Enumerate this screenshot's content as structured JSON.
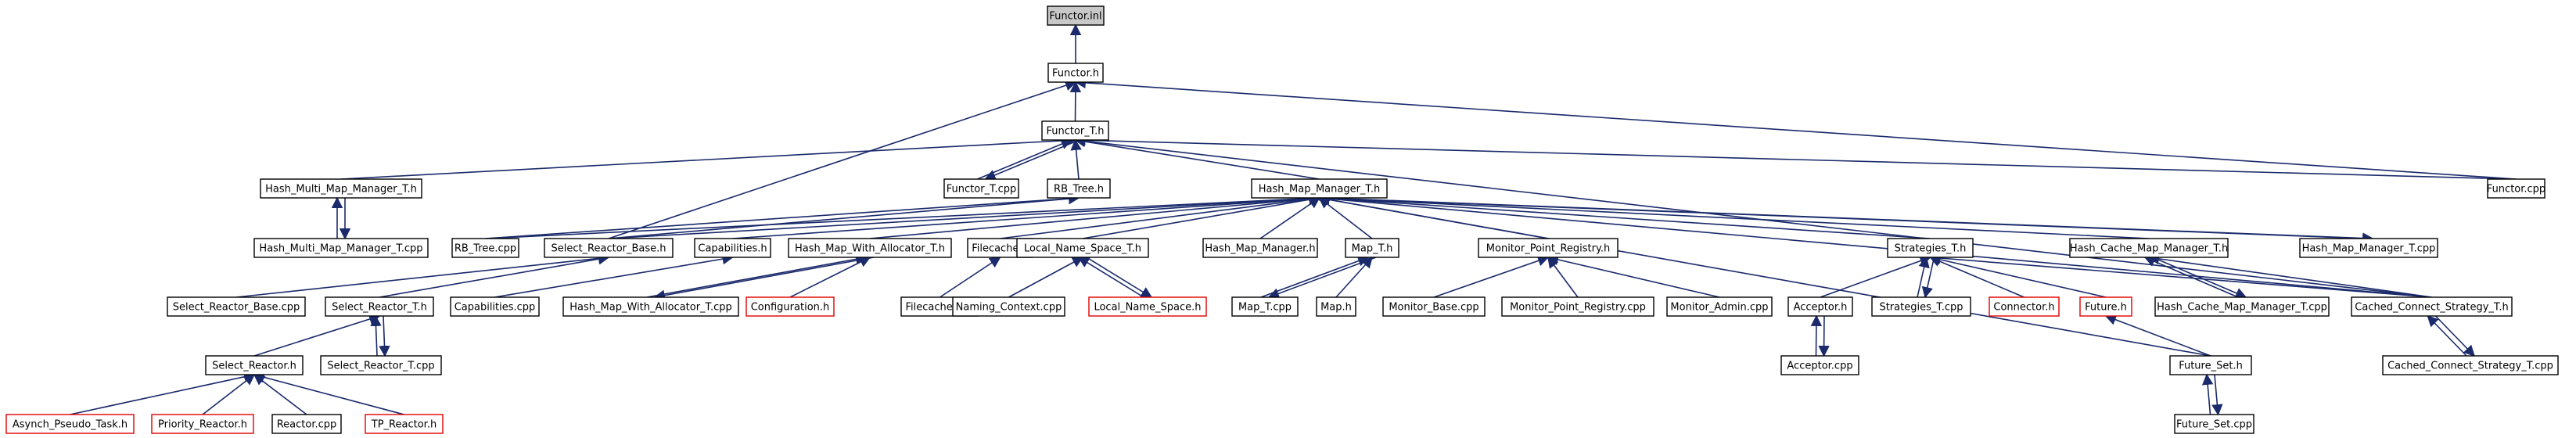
{
  "diagram": {
    "nodes": [
      {
        "id": "functor_inl",
        "label": "Functor.inl",
        "style": "gray"
      },
      {
        "id": "functor_h",
        "label": "Functor.h",
        "style": "black"
      },
      {
        "id": "functor_t_h",
        "label": "Functor_T.h",
        "style": "black"
      },
      {
        "id": "functor_cpp",
        "label": "Functor.cpp",
        "style": "black"
      },
      {
        "id": "hash_multi_map_manager_t_h",
        "label": "Hash_Multi_Map_Manager_T.h",
        "style": "black"
      },
      {
        "id": "functor_t_cpp",
        "label": "Functor_T.cpp",
        "style": "black"
      },
      {
        "id": "rb_tree_h",
        "label": "RB_Tree.h",
        "style": "black"
      },
      {
        "id": "hash_map_manager_t_h",
        "label": "Hash_Map_Manager_T.h",
        "style": "black"
      },
      {
        "id": "hash_multi_map_manager_t_cpp",
        "label": "Hash_Multi_Map_Manager_T.cpp",
        "style": "black"
      },
      {
        "id": "rb_tree_cpp",
        "label": "RB_Tree.cpp",
        "style": "black"
      },
      {
        "id": "select_reactor_base_h",
        "label": "Select_Reactor_Base.h",
        "style": "black"
      },
      {
        "id": "capabilities_h",
        "label": "Capabilities.h",
        "style": "black"
      },
      {
        "id": "hash_map_with_allocator_t_h",
        "label": "Hash_Map_With_Allocator_T.h",
        "style": "black"
      },
      {
        "id": "filecache_h",
        "label": "Filecache.h",
        "style": "black"
      },
      {
        "id": "local_name_space_t_h",
        "label": "Local_Name_Space_T.h",
        "style": "black"
      },
      {
        "id": "hash_map_manager_h",
        "label": "Hash_Map_Manager.h",
        "style": "black"
      },
      {
        "id": "map_t_h",
        "label": "Map_T.h",
        "style": "black"
      },
      {
        "id": "monitor_point_registry_h",
        "label": "Monitor_Point_Registry.h",
        "style": "black"
      },
      {
        "id": "strategies_t_h",
        "label": "Strategies_T.h",
        "style": "black"
      },
      {
        "id": "hash_cache_map_manager_t_h",
        "label": "Hash_Cache_Map_Manager_T.h",
        "style": "black"
      },
      {
        "id": "hash_map_manager_t_cpp",
        "label": "Hash_Map_Manager_T.cpp",
        "style": "black"
      },
      {
        "id": "select_reactor_base_cpp",
        "label": "Select_Reactor_Base.cpp",
        "style": "black"
      },
      {
        "id": "select_reactor_t_h",
        "label": "Select_Reactor_T.h",
        "style": "black"
      },
      {
        "id": "capabilities_cpp",
        "label": "Capabilities.cpp",
        "style": "black"
      },
      {
        "id": "hash_map_with_allocator_t_cpp",
        "label": "Hash_Map_With_Allocator_T.cpp",
        "style": "black"
      },
      {
        "id": "configuration_h",
        "label": "Configuration.h",
        "style": "red"
      },
      {
        "id": "filecache_cpp",
        "label": "Filecache.cpp",
        "style": "black"
      },
      {
        "id": "naming_context_cpp",
        "label": "Naming_Context.cpp",
        "style": "black"
      },
      {
        "id": "local_name_space_h",
        "label": "Local_Name_Space.h",
        "style": "red"
      },
      {
        "id": "map_t_cpp",
        "label": "Map_T.cpp",
        "style": "black"
      },
      {
        "id": "map_h",
        "label": "Map.h",
        "style": "black"
      },
      {
        "id": "monitor_base_cpp",
        "label": "Monitor_Base.cpp",
        "style": "black"
      },
      {
        "id": "monitor_point_registry_cpp",
        "label": "Monitor_Point_Registry.cpp",
        "style": "black"
      },
      {
        "id": "monitor_admin_cpp",
        "label": "Monitor_Admin.cpp",
        "style": "black"
      },
      {
        "id": "acceptor_h",
        "label": "Acceptor.h",
        "style": "black"
      },
      {
        "id": "strategies_t_cpp",
        "label": "Strategies_T.cpp",
        "style": "black"
      },
      {
        "id": "connector_h",
        "label": "Connector.h",
        "style": "red"
      },
      {
        "id": "future_h",
        "label": "Future.h",
        "style": "red"
      },
      {
        "id": "hash_cache_map_manager_t_cpp",
        "label": "Hash_Cache_Map_Manager_T.cpp",
        "style": "black"
      },
      {
        "id": "cached_connect_strategy_t_h",
        "label": "Cached_Connect_Strategy_T.h",
        "style": "black"
      },
      {
        "id": "select_reactor_h",
        "label": "Select_Reactor.h",
        "style": "black"
      },
      {
        "id": "select_reactor_t_cpp",
        "label": "Select_Reactor_T.cpp",
        "style": "black"
      },
      {
        "id": "acceptor_cpp",
        "label": "Acceptor.cpp",
        "style": "black"
      },
      {
        "id": "future_set_h",
        "label": "Future_Set.h",
        "style": "black"
      },
      {
        "id": "cached_connect_strategy_t_cpp",
        "label": "Cached_Connect_Strategy_T.cpp",
        "style": "black"
      },
      {
        "id": "asynch_pseudo_task_h",
        "label": "Asynch_Pseudo_Task.h",
        "style": "red"
      },
      {
        "id": "priority_reactor_h",
        "label": "Priority_Reactor.h",
        "style": "red"
      },
      {
        "id": "reactor_cpp",
        "label": "Reactor.cpp",
        "style": "black"
      },
      {
        "id": "tp_reactor_h",
        "label": "TP_Reactor.h",
        "style": "red"
      },
      {
        "id": "future_set_cpp",
        "label": "Future_Set.cpp",
        "style": "black"
      }
    ],
    "edges": [
      [
        "functor_h",
        "functor_inl"
      ],
      [
        "functor_t_h",
        "functor_h"
      ],
      [
        "functor_cpp",
        "functor_h"
      ],
      [
        "select_reactor_base_h",
        "functor_h"
      ],
      [
        "hash_multi_map_manager_t_h",
        "functor_t_h"
      ],
      [
        "functor_t_cpp",
        "functor_t_h"
      ],
      [
        "rb_tree_h",
        "functor_t_h"
      ],
      [
        "hash_map_manager_t_h",
        "functor_t_h"
      ],
      [
        "functor_cpp",
        "functor_t_h"
      ],
      [
        "cached_connect_strategy_t_h",
        "functor_t_h"
      ],
      [
        "functor_t_h",
        "functor_t_cpp"
      ],
      [
        "hash_multi_map_manager_t_cpp",
        "hash_multi_map_manager_t_h"
      ],
      [
        "hash_multi_map_manager_t_h",
        "hash_multi_map_manager_t_cpp"
      ],
      [
        "rb_tree_cpp",
        "rb_tree_h"
      ],
      [
        "select_reactor_base_h",
        "rb_tree_h"
      ],
      [
        "rb_tree_cpp",
        "hash_map_manager_t_h"
      ],
      [
        "select_reactor_base_h",
        "hash_map_manager_t_h"
      ],
      [
        "capabilities_h",
        "hash_map_manager_t_h"
      ],
      [
        "hash_map_with_allocator_t_h",
        "hash_map_manager_t_h"
      ],
      [
        "filecache_h",
        "hash_map_manager_t_h"
      ],
      [
        "local_name_space_t_h",
        "hash_map_manager_t_h"
      ],
      [
        "hash_map_manager_h",
        "hash_map_manager_t_h"
      ],
      [
        "map_t_h",
        "hash_map_manager_t_h"
      ],
      [
        "monitor_point_registry_h",
        "hash_map_manager_t_h"
      ],
      [
        "strategies_t_h",
        "hash_map_manager_t_h"
      ],
      [
        "hash_cache_map_manager_t_h",
        "hash_map_manager_t_h"
      ],
      [
        "hash_map_manager_t_cpp",
        "hash_map_manager_t_h"
      ],
      [
        "cached_connect_strategy_t_h",
        "hash_map_manager_t_h"
      ],
      [
        "future_set_h",
        "hash_map_manager_t_h"
      ],
      [
        "hash_map_manager_t_h",
        "hash_map_manager_t_cpp"
      ],
      [
        "select_reactor_base_cpp",
        "select_reactor_base_h"
      ],
      [
        "select_reactor_t_h",
        "select_reactor_base_h"
      ],
      [
        "capabilities_cpp",
        "capabilities_h"
      ],
      [
        "hash_map_with_allocator_t_cpp",
        "hash_map_with_allocator_t_h"
      ],
      [
        "hash_map_with_allocator_t_h",
        "hash_map_with_allocator_t_cpp"
      ],
      [
        "configuration_h",
        "hash_map_with_allocator_t_h"
      ],
      [
        "filecache_cpp",
        "filecache_h"
      ],
      [
        "naming_context_cpp",
        "local_name_space_t_h"
      ],
      [
        "local_name_space_h",
        "local_name_space_t_h"
      ],
      [
        "local_name_space_t_h",
        "local_name_space_h"
      ],
      [
        "map_t_cpp",
        "map_t_h"
      ],
      [
        "map_t_h",
        "map_t_cpp"
      ],
      [
        "map_h",
        "map_t_h"
      ],
      [
        "monitor_base_cpp",
        "monitor_point_registry_h"
      ],
      [
        "monitor_point_registry_cpp",
        "monitor_point_registry_h"
      ],
      [
        "monitor_admin_cpp",
        "monitor_point_registry_h"
      ],
      [
        "acceptor_h",
        "strategies_t_h"
      ],
      [
        "strategies_t_cpp",
        "strategies_t_h"
      ],
      [
        "strategies_t_h",
        "strategies_t_cpp"
      ],
      [
        "connector_h",
        "strategies_t_h"
      ],
      [
        "future_h",
        "strategies_t_h"
      ],
      [
        "cached_connect_strategy_t_h",
        "strategies_t_h"
      ],
      [
        "hash_cache_map_manager_t_cpp",
        "hash_cache_map_manager_t_h"
      ],
      [
        "hash_cache_map_manager_t_h",
        "hash_cache_map_manager_t_cpp"
      ],
      [
        "cached_connect_strategy_t_h",
        "hash_cache_map_manager_t_h"
      ],
      [
        "select_reactor_h",
        "select_reactor_t_h"
      ],
      [
        "select_reactor_t_cpp",
        "select_reactor_t_h"
      ],
      [
        "select_reactor_t_h",
        "select_reactor_t_cpp"
      ],
      [
        "acceptor_cpp",
        "acceptor_h"
      ],
      [
        "acceptor_h",
        "acceptor_cpp"
      ],
      [
        "future_set_h",
        "future_h"
      ],
      [
        "cached_connect_strategy_t_cpp",
        "cached_connect_strategy_t_h"
      ],
      [
        "cached_connect_strategy_t_h",
        "cached_connect_strategy_t_cpp"
      ],
      [
        "asynch_pseudo_task_h",
        "select_reactor_h"
      ],
      [
        "priority_reactor_h",
        "select_reactor_h"
      ],
      [
        "reactor_cpp",
        "select_reactor_h"
      ],
      [
        "tp_reactor_h",
        "select_reactor_h"
      ],
      [
        "future_set_cpp",
        "future_set_h"
      ],
      [
        "future_set_h",
        "future_set_cpp"
      ]
    ]
  }
}
